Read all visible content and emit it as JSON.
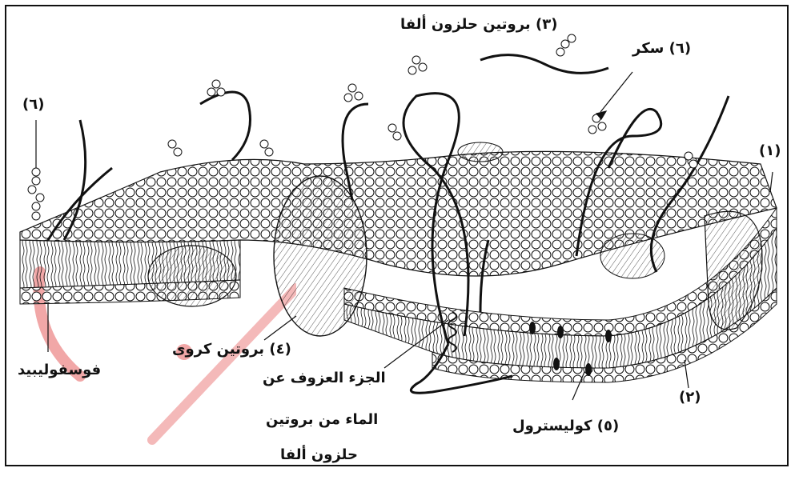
{
  "labels": {
    "helix_protein": "(٣) بروتين حلزون ألفا",
    "sugar_top": "(٦) سكر",
    "sugar_left": "(٦)",
    "one": "(١)",
    "two": "(٢)",
    "globular_protein": "(٤) بروتين كروى",
    "phospholipid": "فوسفوليبيد",
    "hydrophobic_line1": "الجزء العزوف عن",
    "hydrophobic_line2": "الماء من بروتين",
    "hydrophobic_line3": "حلزون ألفا",
    "cholesterol": "(٥) كوليسترول"
  },
  "colors": {
    "ink": "#111111",
    "watermark": "#f1a7a7"
  }
}
